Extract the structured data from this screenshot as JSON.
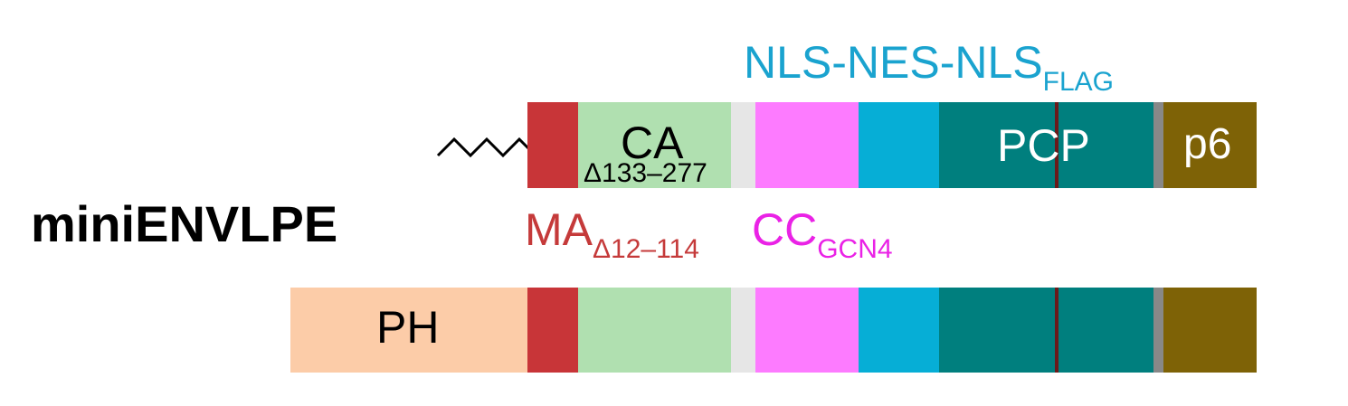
{
  "title": "miniENVLPE",
  "labels": {
    "nls": "NLS-NES-NLS",
    "nls_sub": "FLAG",
    "ma": "MA",
    "ma_sub": "Δ12–114",
    "cc": "CC",
    "cc_sub": "GCN4",
    "ca": "CA",
    "ca_sub": "Δ133–277",
    "pcp": "PCP",
    "p6": "p6",
    "ph": "PH"
  },
  "colors": {
    "ph": "#fccca8",
    "ma": "#c83538",
    "ca": "#b0e0b0",
    "spacer": "#e6e6e6",
    "cc": "#fd7bff",
    "nls": "#06aed6",
    "pcp": "#007f7e",
    "pcp_line": "#6b1a1a",
    "gray": "#888888",
    "p6": "#7e6206",
    "linker": "#000000"
  },
  "rows": [
    {
      "name": "top-construct",
      "has_myristoyl_linker": true,
      "segments": [
        "ma",
        "ca",
        "spacer",
        "cc",
        "nls",
        "pcp",
        "gray",
        "p6"
      ]
    },
    {
      "name": "bottom-construct",
      "has_myristoyl_linker": false,
      "segments": [
        "ph",
        "ma",
        "ca",
        "spacer",
        "cc",
        "nls",
        "pcp",
        "gray",
        "p6"
      ]
    }
  ]
}
